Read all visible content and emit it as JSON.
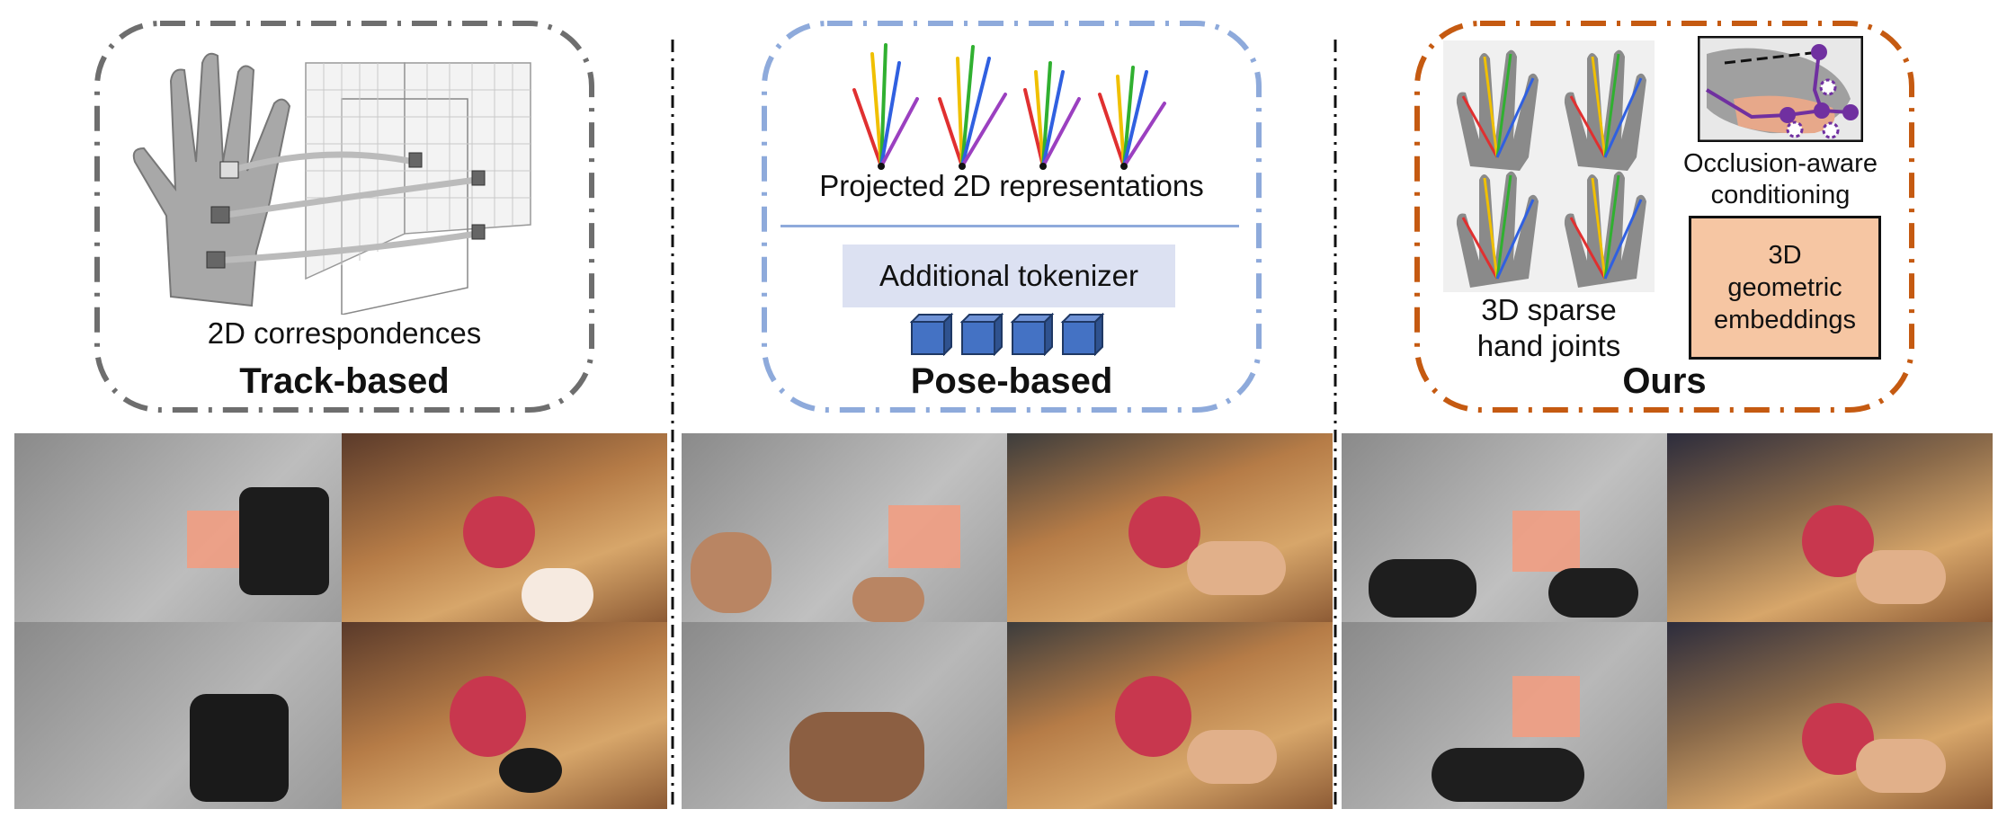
{
  "panels": {
    "track": {
      "caption": "2D correspondences",
      "title": "Track-based"
    },
    "pose": {
      "caption": "Projected 2D representations",
      "tokenizer": "Additional tokenizer",
      "title": "Pose-based"
    },
    "ours": {
      "joints_caption_line1": "3D sparse",
      "joints_caption_line2": "hand joints",
      "occlusion_line1": "Occlusion-aware",
      "occlusion_line2": "conditioning",
      "embed_line1": "3D",
      "embed_line2": "geometric",
      "embed_line3": "embeddings",
      "title": "Ours"
    }
  },
  "colors": {
    "track_border": "#6e6e6e",
    "pose_border": "#8eaadb",
    "ours_border": "#c55a11",
    "token_cube": "#4472c4",
    "embed_fill": "#f6c6a3"
  },
  "icons": [
    "hand-diagram-icon",
    "feature-grid-icon",
    "pose-skeleton-icon",
    "token-cube-icon",
    "hand-joints-icon",
    "occlusion-icon"
  ]
}
